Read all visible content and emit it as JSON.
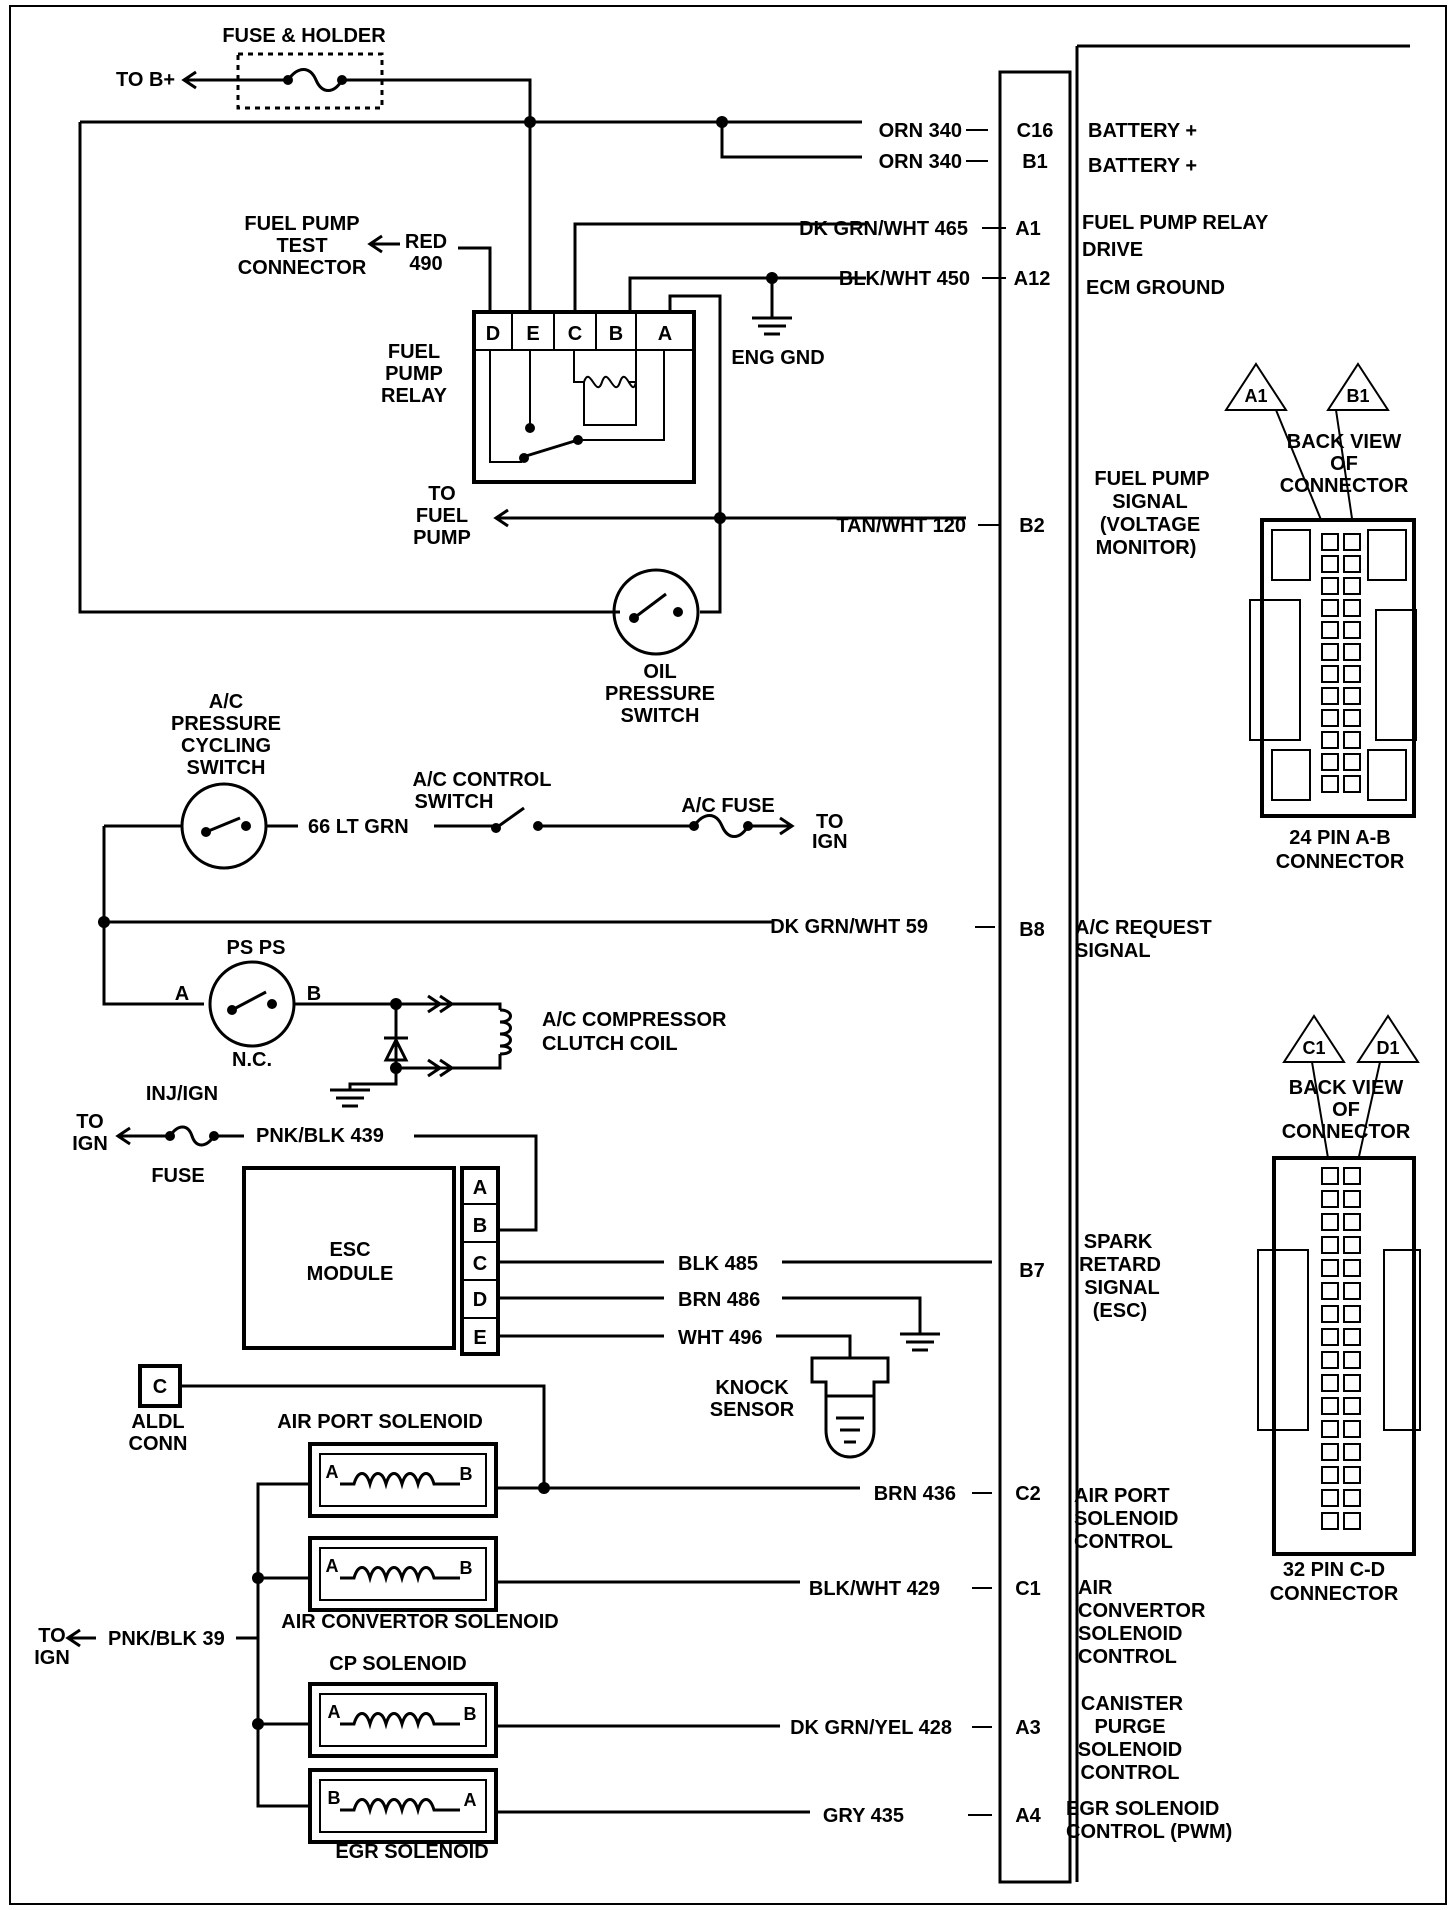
{
  "ecm_pins": [
    {
      "wire": "ORN 340",
      "pin": "C16",
      "func": [
        "BATTERY +"
      ]
    },
    {
      "wire": "ORN 340",
      "pin": "B1",
      "func": [
        "BATTERY +"
      ]
    },
    {
      "wire": "DK GRN/WHT 465",
      "pin": "A1",
      "func": [
        "FUEL PUMP RELAY",
        "DRIVE"
      ]
    },
    {
      "wire": "BLK/WHT 450",
      "pin": "A12",
      "func": [
        "ECM GROUND"
      ]
    },
    {
      "wire": "TAN/WHT 120",
      "pin": "B2",
      "func": [
        "FUEL PUMP",
        "SIGNAL",
        "(VOLTAGE",
        "MONITOR)"
      ]
    },
    {
      "wire": "DK GRN/WHT  59",
      "pin": "B8",
      "func": [
        "A/C REQUEST",
        "SIGNAL"
      ]
    },
    {
      "wire": "",
      "pin": "B7",
      "func": [
        "SPARK",
        "RETARD",
        "SIGNAL",
        "(ESC)"
      ]
    },
    {
      "wire": "BRN 436",
      "pin": "C2",
      "func": [
        "AIR PORT",
        "SOLENOID",
        "CONTROL"
      ]
    },
    {
      "wire": "BLK/WHT 429",
      "pin": "C1",
      "func": [
        "AIR",
        "CONVERTOR",
        "SOLENOID",
        "CONTROL"
      ]
    },
    {
      "wire": "DK GRN/YEL 428",
      "pin": "A3",
      "func": [
        "CANISTER",
        "PURGE",
        "SOLENOID",
        "CONTROL"
      ]
    },
    {
      "wire": "GRY 435",
      "pin": "A4",
      "func": [
        "EGR SOLENOID",
        "CONTROL (PWM)"
      ]
    }
  ],
  "fuse_holder": "FUSE & HOLDER",
  "to_bplus": "TO B+",
  "fp_test": [
    "FUEL PUMP",
    "TEST",
    "CONNECTOR"
  ],
  "red490": [
    "RED",
    "490"
  ],
  "relay_pins": [
    "D",
    "E",
    "C",
    "B",
    "A"
  ],
  "relay_label": [
    "FUEL",
    "PUMP",
    "RELAY"
  ],
  "eng_gnd": "ENG GND",
  "to_fuel_pump": [
    "TO",
    "FUEL",
    "PUMP"
  ],
  "oil_switch": [
    "OIL",
    "PRESSURE",
    "SWITCH"
  ],
  "ac_cycling": [
    "A/C",
    "PRESSURE",
    "CYCLING",
    "SWITCH"
  ],
  "lt_grn": "66 LT GRN",
  "ac_control": [
    "A/C  CONTROL",
    "SWITCH"
  ],
  "ac_fuse": "A/C FUSE",
  "to_ign": [
    "TO",
    "IGN"
  ],
  "psps": "PS PS",
  "psps_a": "A",
  "psps_b": "B",
  "nc": "N.C.",
  "ac_clutch": [
    "A/C  COMPRESSOR",
    "CLUTCH COIL"
  ],
  "inj_ign": "INJ/IGN",
  "fuse_word": "FUSE",
  "pnk439": "PNK/BLK 439",
  "esc_module": [
    "ESC",
    "MODULE"
  ],
  "esc_pins": [
    "A",
    "B",
    "C",
    "D",
    "E"
  ],
  "blk485": "BLK 485",
  "brn486": "BRN 486",
  "wht496": "WHT 496",
  "knock_sensor": [
    "KNOCK",
    "SENSOR"
  ],
  "aldl_letter": "C",
  "aldl_conn": [
    "ALDL",
    "CONN"
  ],
  "sol_titles": {
    "airport": "AIR PORT SOLENOID",
    "convertor": "AIR CONVERTOR  SOLENOID",
    "cp": "CP SOLENOID",
    "egr": "EGR SOLENOID"
  },
  "sol_terms": {
    "a": "A",
    "b": "B"
  },
  "pnk39": "PNK/BLK 39",
  "conn24": {
    "tri1": "A1",
    "tri2": "B1",
    "back": [
      "BACK VIEW",
      "OF",
      "CONNECTOR"
    ],
    "name": [
      "24 PIN  A-B",
      "CONNECTOR"
    ]
  },
  "conn32": {
    "tri1": "C1",
    "tri2": "D1",
    "back": [
      "BACK VIEW",
      "OF",
      "CONNECTOR"
    ],
    "name": [
      "32  PIN C-D",
      "CONNECTOR"
    ]
  }
}
